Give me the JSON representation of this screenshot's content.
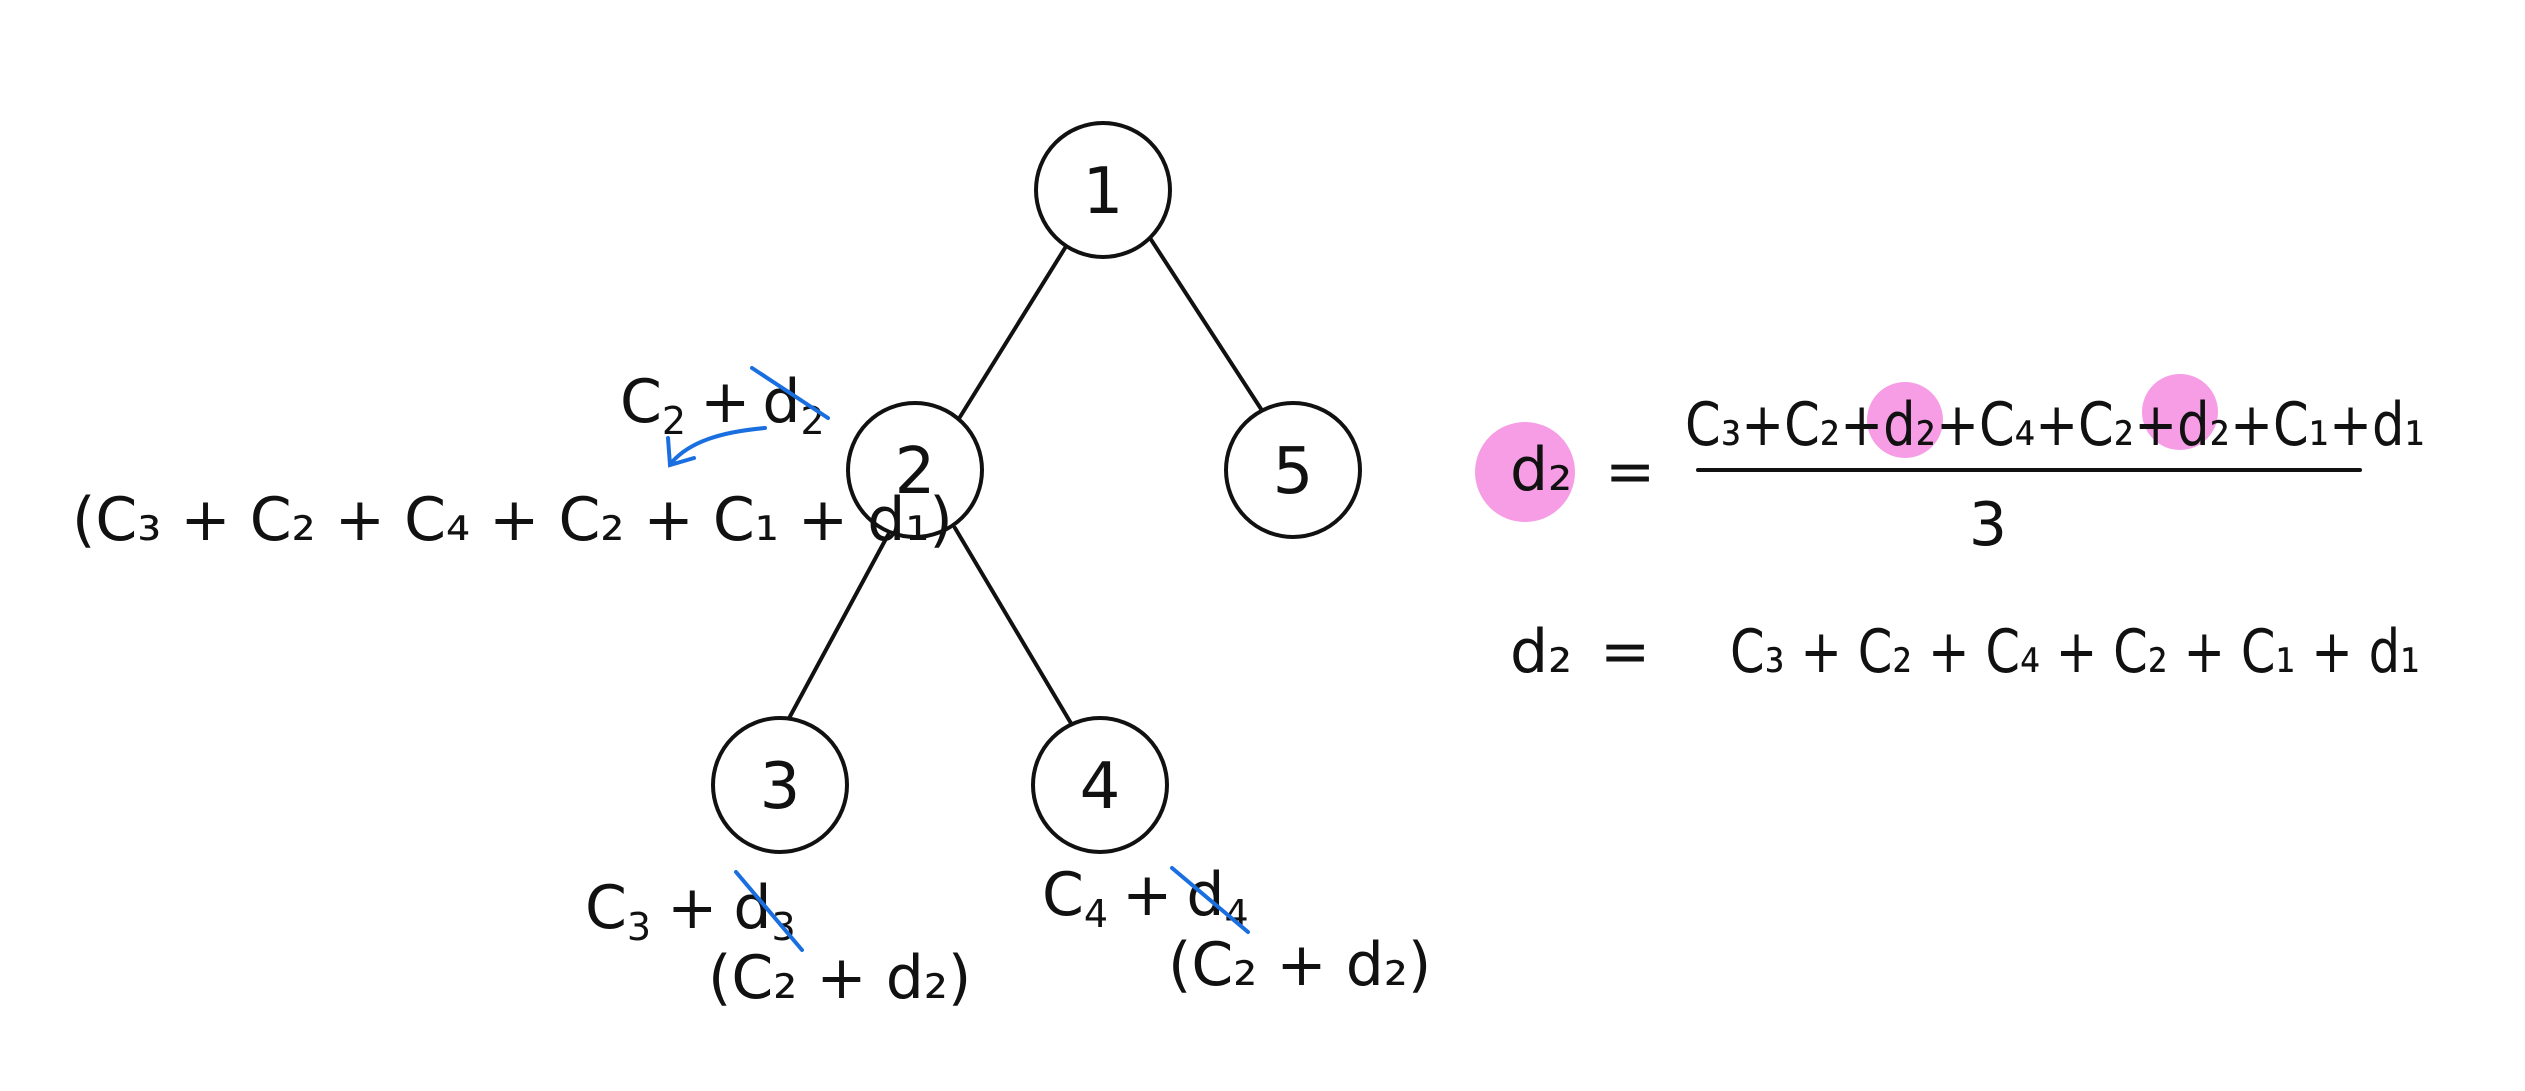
{
  "tree": {
    "nodes": [
      {
        "id": "1",
        "label": "1"
      },
      {
        "id": "2",
        "label": "2"
      },
      {
        "id": "5",
        "label": "5"
      },
      {
        "id": "3",
        "label": "3"
      },
      {
        "id": "4",
        "label": "4"
      }
    ],
    "edges": [
      [
        "1",
        "2"
      ],
      [
        "1",
        "5"
      ],
      [
        "2",
        "3"
      ],
      [
        "2",
        "4"
      ]
    ]
  },
  "annotations": {
    "node2_top": {
      "c": "C",
      "c_sub": "2",
      "plus": "+",
      "d": "d",
      "d_sub": "2"
    },
    "node2_left": "(C₃ + C₂ + C₄ + C₂ + C₁ + d₁)",
    "node3_top": {
      "c": "C",
      "c_sub": "3",
      "plus": "+",
      "d": "d",
      "d_sub": "3"
    },
    "node3_bottom": "(C₂ + d₂)",
    "node4_top": {
      "c": "C",
      "c_sub": "4",
      "plus": "+",
      "d": "d",
      "d_sub": "4"
    },
    "node4_bottom": "(C₂ + d₂)"
  },
  "equations": {
    "eq1_lhs": "d₂",
    "eq1_equals": "=",
    "eq1_numerator": "C₃+C₂+d₂+C₄+C₂+d₂+C₁+d₁",
    "eq1_denominator": "3",
    "eq2_lhs": "d₂",
    "eq2_equals": "=",
    "eq2_rhs": "C₃ + C₂ + C₄ + C₂ + C₁ + d₁"
  },
  "colors": {
    "ink": "#111111",
    "strike": "#1a6fe0",
    "highlight": "#f58ce0"
  }
}
